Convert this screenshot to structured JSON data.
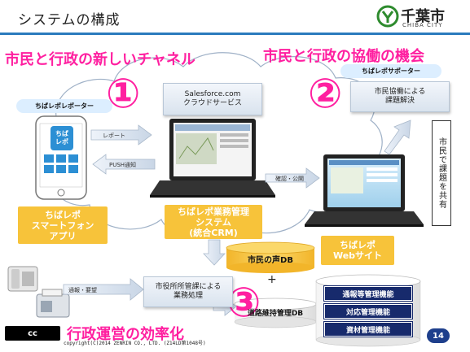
{
  "header": {
    "title": "システムの構成",
    "logo_jp": "千葉市",
    "logo_en": "CHIBA CITY",
    "logo_color": "#2e8b2e"
  },
  "headings": {
    "new_channel": "市民と行政の新しいチャネル",
    "collaboration": "市民と行政の協働の機会",
    "efficiency": "行政運営の効率化"
  },
  "numbers": {
    "one": "①",
    "two": "②",
    "three": "③"
  },
  "labels": {
    "reporter": "ちばレポレポーター",
    "supporter": "ちばレポサポーター",
    "salesforce": [
      "Salesforce.com",
      "クラウドサービス"
    ],
    "collab": [
      "市民協働による",
      "課題解決"
    ],
    "report": "レポート",
    "push": "PUSH通知",
    "confirm": "確認・公開",
    "share_vertical": "市民で課題を共有",
    "smartphone_app": [
      "ちばレポ",
      "スマートフォン",
      "アプリ"
    ],
    "business_system": [
      "ちばレポ業務管理",
      "システム",
      "(統合CRM)"
    ],
    "website": [
      "ちばレポ",
      "Webサイト"
    ],
    "voice_db": "市民の声DB",
    "plus": "+",
    "city_office": [
      "市役所所管課による",
      "業務処理"
    ],
    "notification": "通報・要望",
    "road_db": "道路維持管理DB",
    "functions": [
      "通報等管理機能",
      "対応管理機能",
      "資材管理機能"
    ],
    "phone_app_title": [
      "ちば",
      "レポ"
    ]
  },
  "footer": {
    "copyright": "copyright(C)2014 ZENRIN CO., LTD. (Z14LD第1048号)",
    "cc": "cc",
    "page": "14"
  },
  "colors": {
    "accent_pink": "#ff1fa0",
    "navy": "#172a6c",
    "yellow": "#f7c33a",
    "title_bar": "#2a7bbd"
  }
}
